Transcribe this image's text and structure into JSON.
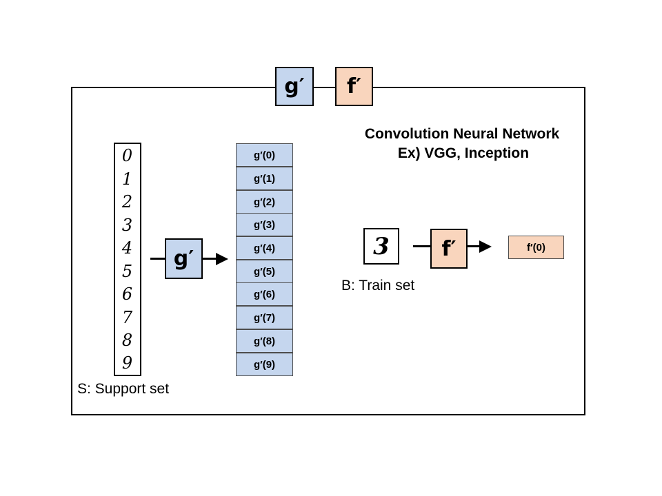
{
  "header": {
    "g_label": "g′",
    "f_label": "f′"
  },
  "cnn_title": {
    "line1": "Convolution Neural Network",
    "line2": "Ex) VGG,  Inception"
  },
  "support_set": {
    "caption": "S: Support set",
    "digits": [
      "0",
      "1",
      "2",
      "3",
      "4",
      "5",
      "6",
      "7",
      "8",
      "9"
    ],
    "encoder_label": "g′",
    "features": [
      "g′(0)",
      "g′(1)",
      "g′(2)",
      "g′(3)",
      "g′(4)",
      "g′(5)",
      "g′(6)",
      "g′(7)",
      "g′(8)",
      "g′(9)"
    ]
  },
  "train_set": {
    "caption": "B: Train set",
    "query_digit": "3",
    "encoder_label": "f′",
    "output": "f′(0)"
  },
  "colors": {
    "g_fill": "#c5d6ee",
    "f_fill": "#f9d5bd",
    "stroke": "#000000"
  }
}
